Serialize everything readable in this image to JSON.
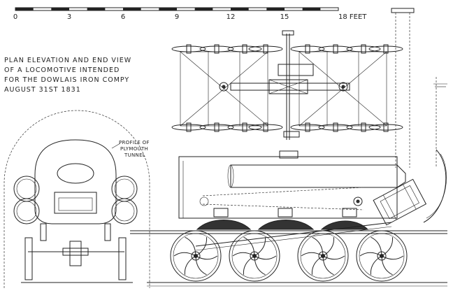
{
  "scale_bar": {
    "labels": [
      "0",
      "3",
      "6",
      "9",
      "12",
      "15",
      "18 FEET"
    ]
  },
  "title": {
    "lines": [
      "PLAN ELEVATION AND END VIEW",
      "OF A LOCOMOTIVE INTENDED",
      "FOR THE DOWLAIS IRON COMPY",
      "AUGUST 31ST 1831"
    ]
  },
  "profile_label": {
    "lines": [
      "PROFILE OF",
      "PLYMOUTH",
      "TUNNEL"
    ]
  }
}
